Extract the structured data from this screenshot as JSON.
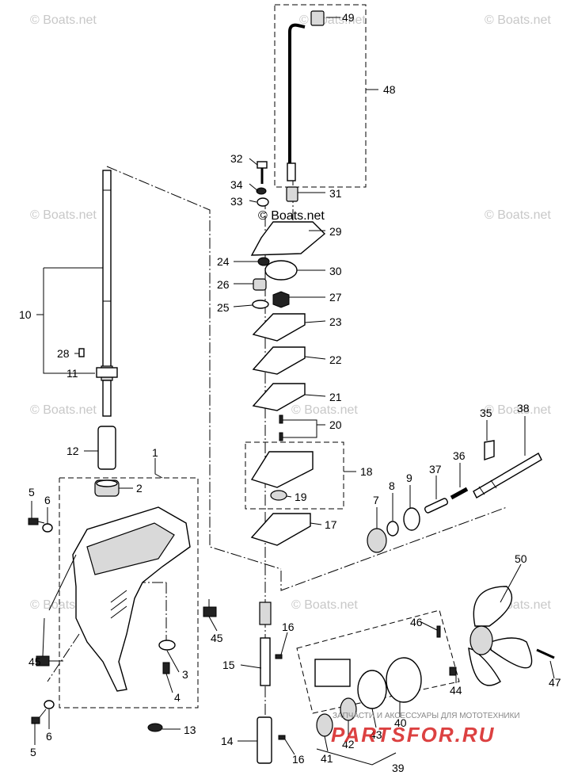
{
  "watermark": "© Boats.net",
  "brand": {
    "tagline": "ЗАПЧАСТИ И АКСЕССУАРЫ ДЛЯ МОТОТЕХНИКИ",
    "logo": "PARTSFOR.RU",
    "color": "#d62020"
  },
  "callouts": {
    "c1": "1",
    "c2": "2",
    "c3": "3",
    "c4": "4",
    "c5a": "5",
    "c5b": "5",
    "c6a": "6",
    "c6b": "6",
    "c7": "7",
    "c8": "8",
    "c9": "9",
    "c10": "10",
    "c11": "11",
    "c12": "12",
    "c13": "13",
    "c14": "14",
    "c15": "15",
    "c16a": "16",
    "c16b": "16",
    "c17": "17",
    "c18": "18",
    "c19": "19",
    "c20": "20",
    "c21": "21",
    "c22": "22",
    "c23": "23",
    "c24": "24",
    "c25": "25",
    "c26": "26",
    "c27": "27",
    "c28": "28",
    "c29": "29",
    "c30": "30",
    "c31": "31",
    "c32": "32",
    "c33": "33",
    "c34": "34",
    "c35": "35",
    "c36": "36",
    "c37": "37",
    "c38": "38",
    "c39": "39",
    "c40": "40",
    "c41": "41",
    "c42": "42",
    "c43": "43",
    "c44": "44",
    "c45a": "45",
    "c45b": "45",
    "c46": "46",
    "c47": "47",
    "c48": "48",
    "c49": "49",
    "c50": "50"
  }
}
